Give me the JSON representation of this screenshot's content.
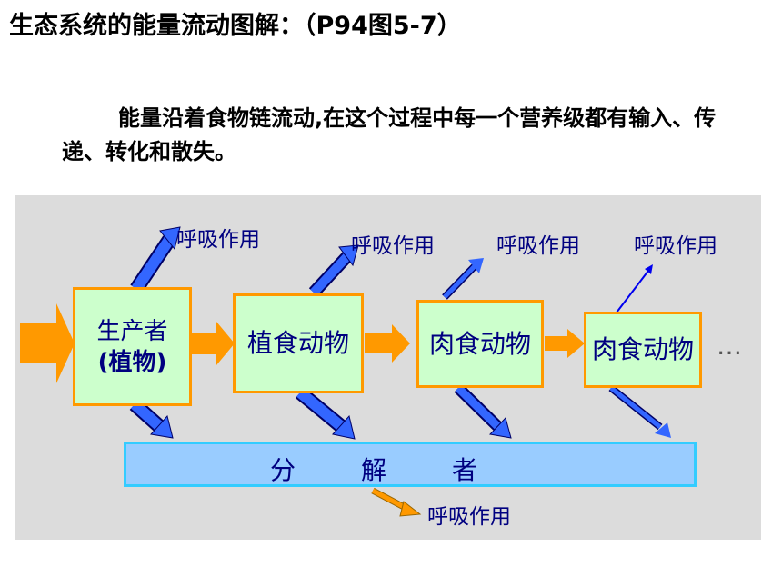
{
  "title": "生态系统的能量流动图解：（P94图5-7）",
  "intro": "能量沿着食物链流动,在这个过程中每一个营养级都有输入、传递、转化和散失。",
  "diagram": {
    "producer_line1": "生产者",
    "producer_line2": "(植物)",
    "herbivore": "植食动物",
    "carnivore1": "肉食动物",
    "carnivore2": "肉食动物",
    "ellipsis": "…",
    "decomposer_chars": [
      "分",
      "解",
      "者"
    ],
    "respiration": [
      "呼吸作用",
      "呼吸作用",
      "呼吸作用",
      "呼吸作用",
      "呼吸作用"
    ]
  },
  "colors": {
    "box_fill": "#ccffcc",
    "box_border": "#ff9900",
    "decomposer_fill": "#99ccff",
    "decomposer_border": "#33ccff",
    "label_text": "#000080",
    "blue_arrow": "#0000cc",
    "orange_arrow": "#ff9900",
    "panel_bg": "#dcdcdc"
  },
  "icons": [
    "energy-input-arrow",
    "flow-arrow",
    "respiration-arrow",
    "decomposition-arrow"
  ]
}
